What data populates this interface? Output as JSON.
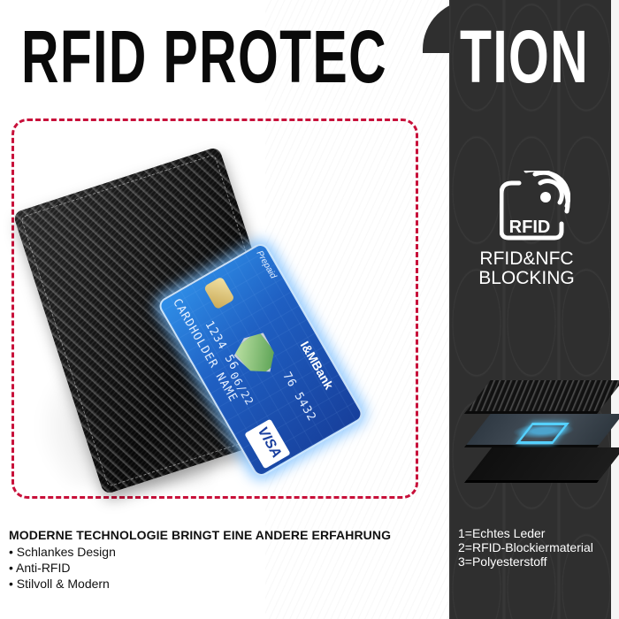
{
  "headline": {
    "part_dark_on_light": "RFID PROTEC",
    "part_light_on_dark": "TION"
  },
  "badge": {
    "icon": "rfid-signal-icon",
    "icon_text": "RFID",
    "label_line1": "RFID&NFC",
    "label_line2": "BLOCKING"
  },
  "card": {
    "type_label": "Prepaid",
    "number_part1": "1234 56",
    "number_part2": "76 5432",
    "expiry": "06/22",
    "holder": "CARDHOLDER NAME",
    "bank": "I&MBank",
    "network": "VISA"
  },
  "features": {
    "title": "MODERNE TECHNOLOGIE BRINGT EINE ANDERE ERFAHRUNG",
    "items": [
      "Schlankes Design",
      "Anti-RFID",
      "Stilvoll & Modern"
    ]
  },
  "layers": {
    "legend": [
      "1=Echtes Leder",
      "2=RFID-Blockiermaterial",
      "3=Polyesterstoff"
    ]
  },
  "colors": {
    "frame_dash": "#c8103a",
    "dark_panel": "#2f2f2f",
    "headline_dark": "#0a0a0a",
    "headline_light": "#ffffff",
    "card_blue": "#1f5fc2",
    "glow": "#78beff"
  }
}
